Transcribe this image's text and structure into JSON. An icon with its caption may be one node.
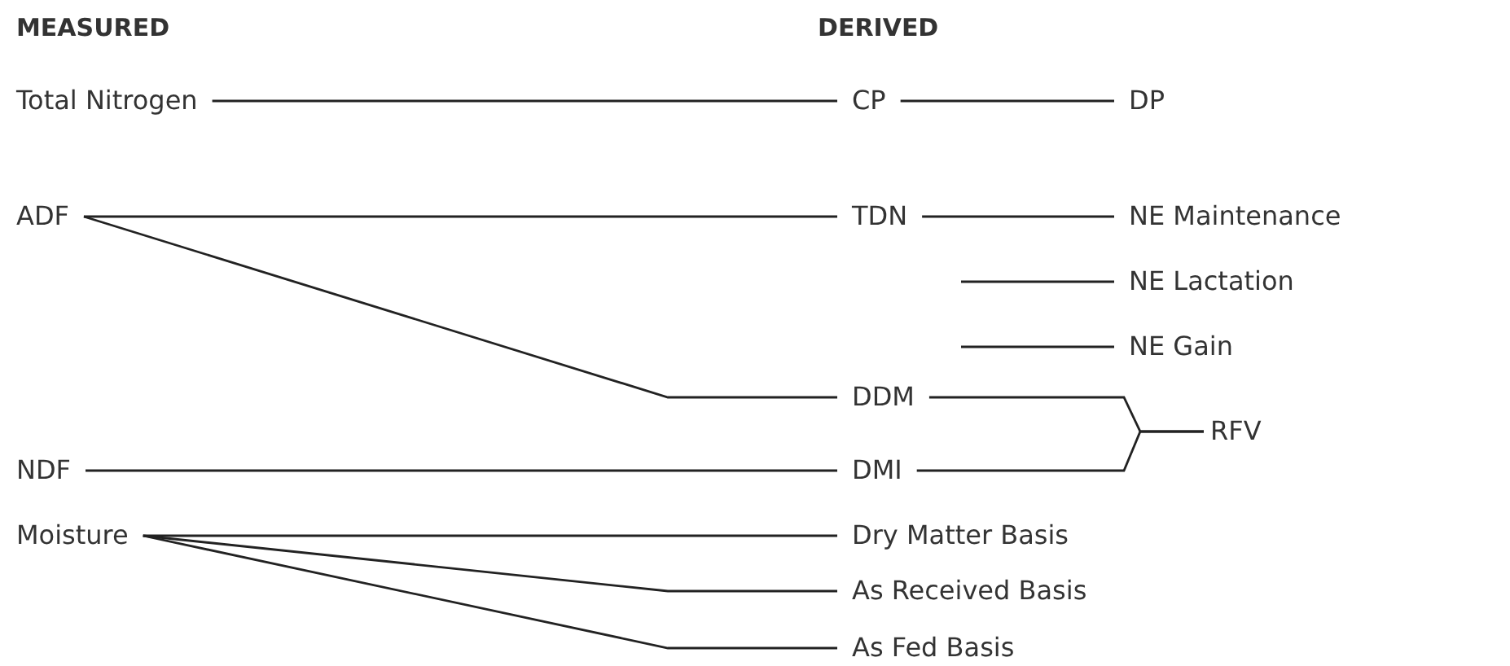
{
  "diagram": {
    "nodes": [
      {
        "text": [
          "Total Nitrogen"
        ]
      },
      {
        "text": [
          "CP"
        ]
      },
      {
        "text": [
          "DP"
        ]
      },
      {
        "text": [
          "ADF"
        ]
      },
      {
        "text": [
          "TDN"
        ]
      },
      {
        "text": [
          "NE Maintenance"
        ]
      },
      {
        "text": [
          "NE Lactation"
        ]
      },
      {
        "text": [
          "NE Gain"
        ]
      },
      {
        "text": [
          "DDM"
        ]
      },
      {
        "text": [
          "NDF"
        ]
      },
      {
        "text": [
          "DMI"
        ]
      },
      {
        "text": [
          "RFV"
        ]
      },
      {
        "text": [
          "Moisture"
        ]
      },
      {
        "text": [
          "Dry Matter Basis"
        ]
      },
      {
        "text": [
          "As Received Basis"
        ]
      },
      {
        "text": [
          "As Fed Basis"
        ]
      }
    ],
    "edges": [
      {
        "from": 0,
        "to": 1,
        "arrow": "none"
      },
      {
        "from": 1,
        "to": 2,
        "arrow": "none"
      },
      {
        "from": 3,
        "to": 4,
        "arrow": "none"
      },
      {
        "from": 3,
        "to": 8,
        "arrow": "none"
      },
      {
        "from": 4,
        "to": 5,
        "arrow": "none"
      },
      {
        "from": null,
        "to": 6,
        "arrow": "none"
      },
      {
        "from": null,
        "to": 7,
        "arrow": "none"
      },
      {
        "from": 8,
        "to": 11,
        "arrow": "none"
      },
      {
        "from": 9,
        "to": 10,
        "arrow": "none"
      },
      {
        "from": 10,
        "to": 11,
        "arrow": "none"
      },
      {
        "from": 12,
        "to": 13,
        "arrow": "none"
      },
      {
        "from": 12,
        "to": 14,
        "arrow": "none"
      },
      {
        "from": 12,
        "to": 15,
        "arrow": "none"
      }
    ],
    "labels": [
      "MEASURED",
      "DERIVED"
    ]
  }
}
